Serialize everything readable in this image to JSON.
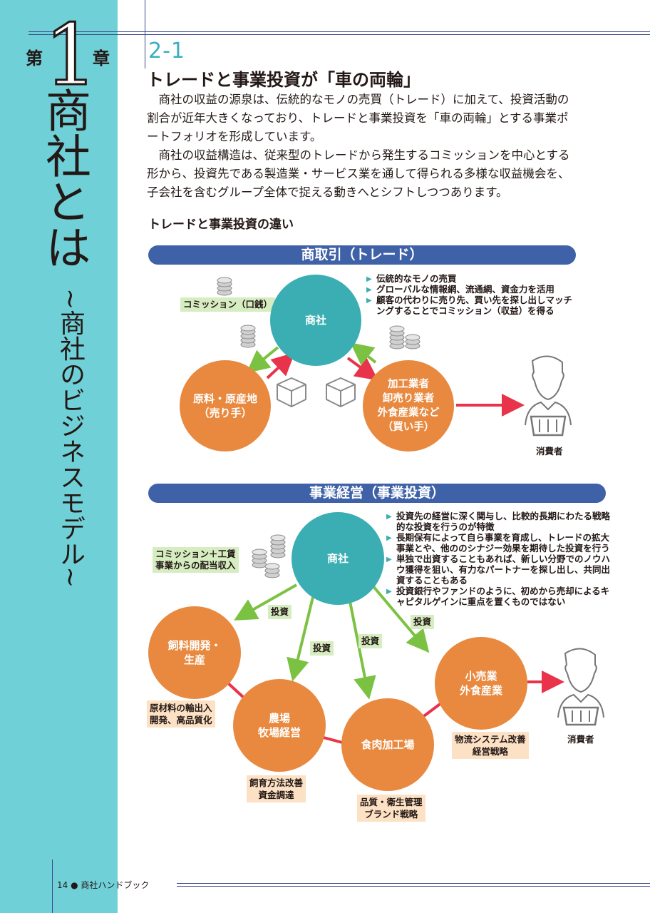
{
  "sidebar": {
    "chapter_pre": "第",
    "chapter_num": "1",
    "chapter_post": "章",
    "title_main": "商社とは",
    "title_sub": "~商社のビジネスモデル~"
  },
  "section": {
    "number": "2-1",
    "heading": "トレードと事業投資が「車の両輪」",
    "para1": "　商社の収益の源泉は、伝統的なモノの売買（トレード）に加えて、投資活動の割合が近年大きくなっており、トレードと事業投資を「車の両輪」とする事業ポートフォリオを形成しています。",
    "para2": "　商社の収益構造は、従来型のトレードから発生するコミッションを中心とする形から、投資先である製造業・サービス業を通して得られる多様な収益機会を、子会社を含むグループ全体で捉える動きへとシフトしつつあります。",
    "subheading": "トレードと事業投資の違い"
  },
  "trade": {
    "banner": "商取引（トレード）",
    "center": "商社",
    "commission": "コミッション（口銭）",
    "seller": "原料・原産地\n（売り手）",
    "buyer": "加工業者\n卸売り業者\n外食産業など\n（買い手）",
    "consumer": "消費者",
    "bullets": [
      "伝統的なモノの売買",
      "グローバルな情報網、流通網、資金力を活用",
      "顧客の代わりに売り先、買い先を探し出しマッチングすることでコミッション（収益）を得る"
    ]
  },
  "invest": {
    "banner": "事業経営（事業投資）",
    "center": "商社",
    "income": "コミッション＋工賃\n事業からの配当収入",
    "invest_label": "投資",
    "nodes": {
      "feed": "飼料開発・\n生産",
      "farm": "農場\n牧場経営",
      "meat": "食肉加工場",
      "retail": "小売業\n外食産業"
    },
    "notes": {
      "feed": "原材料の輸出入\n開発、高品質化",
      "farm": "飼育方法改善\n資金調達",
      "meat": "品質・衛生管理\nブランド戦略",
      "retail": "物流システム改善\n経営戦略"
    },
    "consumer": "消費者",
    "bullets": [
      "投資先の経営に深く関与し、比較的長期にわたる戦略的な投資を行うのが特徴",
      "長期保有によって自ら事業を育成し、トレードの拡大事業とや、他ののシナジー効果を期待した投資を行う",
      "単独で出資することもあれば、新しい分野でのノウハウ獲得を狙い、有力なパートナーを探し出し、共同出資することもある",
      "投資銀行やファンドのように、初めから売却によるキャピタルゲインに重点を置くものではない"
    ]
  },
  "footer": {
    "page": "14",
    "book": "商社ハンドブック"
  },
  "colors": {
    "sidebar": "#6fd0d8",
    "banner": "#3f61a8",
    "teal": "#3aaeb2",
    "orange": "#e8893f",
    "arrow_red": "#e8334a",
    "arrow_green": "#7cc242"
  }
}
